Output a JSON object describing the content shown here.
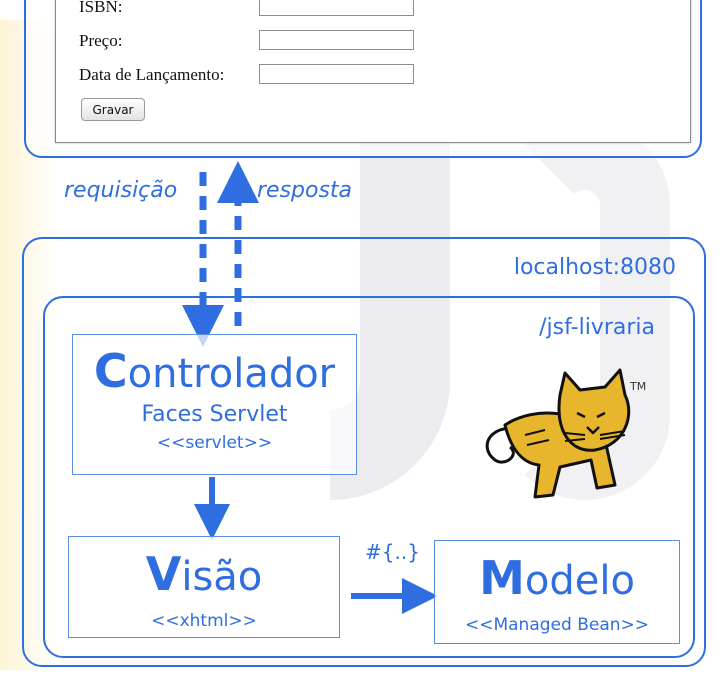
{
  "form": {
    "fields": [
      {
        "label": "ISBN:",
        "value": ""
      },
      {
        "label": "Preço:",
        "value": ""
      },
      {
        "label": "Data de Lançamento:",
        "value": ""
      }
    ],
    "submit_label": "Gravar"
  },
  "arrows": {
    "request_label": "requisição",
    "response_label": "resposta"
  },
  "server": {
    "host": "localhost:8080",
    "context": "/jsf-livraria"
  },
  "controller": {
    "title_initial": "C",
    "title_rest": "ontrolador",
    "subtitle": "Faces Servlet",
    "stereotype": "<<servlet>>"
  },
  "view": {
    "title_initial": "V",
    "title_rest": "isão",
    "stereotype": "<<xhtml>>"
  },
  "model": {
    "title_initial": "M",
    "title_rest": "odelo",
    "stereotype": "<<Managed Bean>>"
  },
  "el_expression": "#{..}",
  "logo": {
    "icon": "tomcat-logo-icon",
    "trademark": "TM"
  },
  "colors": {
    "accent": "#2f6ee0",
    "logo_yellow": "#e8b62c",
    "logo_outline": "#111111"
  }
}
